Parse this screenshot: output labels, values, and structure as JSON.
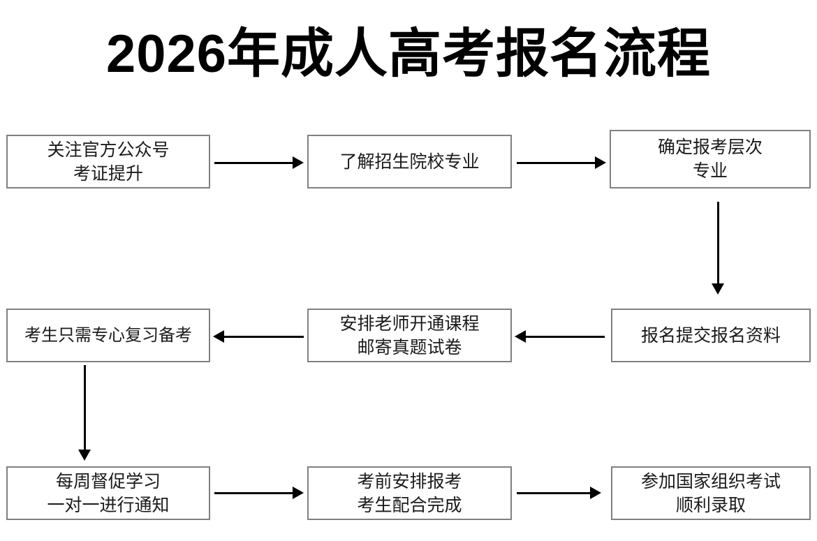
{
  "page": {
    "title": "2026年成人高考报名流程",
    "background": "#ffffff",
    "box_border_color": "#808080",
    "arrow_color": "#000000",
    "text_color": "#1a1a1a"
  },
  "flowchart": {
    "nodes": [
      {
        "id": "n1",
        "line1": "关注官方公众号",
        "line2": "考证提升"
      },
      {
        "id": "n2",
        "line1": "了解招生院校专业",
        "line2": ""
      },
      {
        "id": "n3",
        "line1": "确定报考层次",
        "line2": "专业"
      },
      {
        "id": "n4",
        "line1": "报名提交报名资料",
        "line2": ""
      },
      {
        "id": "n5",
        "line1": "安排老师开通课程",
        "line2": "邮寄真题试卷"
      },
      {
        "id": "n6",
        "line1": "考生只需专心复习备考",
        "line2": ""
      },
      {
        "id": "n7",
        "line1": "每周督促学习",
        "line2": "一对一进行通知"
      },
      {
        "id": "n8",
        "line1": "考前安排报考",
        "line2": "考生配合完成"
      },
      {
        "id": "n9",
        "line1": "参加国家组织考试",
        "line2": "顺利录取"
      }
    ],
    "edges": [
      {
        "from": "n1",
        "to": "n2",
        "direction": "right"
      },
      {
        "from": "n2",
        "to": "n3",
        "direction": "right"
      },
      {
        "from": "n3",
        "to": "n4",
        "direction": "down"
      },
      {
        "from": "n4",
        "to": "n5",
        "direction": "left"
      },
      {
        "from": "n5",
        "to": "n6",
        "direction": "left"
      },
      {
        "from": "n6",
        "to": "n7",
        "direction": "down"
      },
      {
        "from": "n7",
        "to": "n8",
        "direction": "right"
      },
      {
        "from": "n8",
        "to": "n9",
        "direction": "right"
      }
    ]
  }
}
